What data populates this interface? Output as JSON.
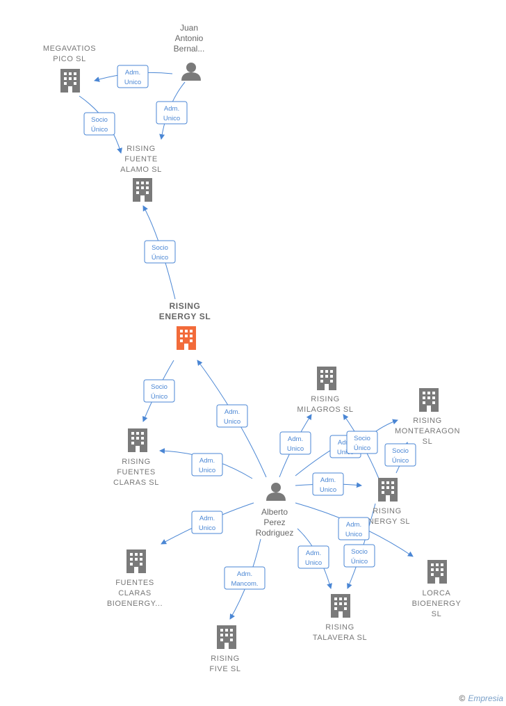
{
  "colors": {
    "edge": "#4a86d4",
    "company": "#7a7a7a",
    "main_company": "#f26b3a",
    "person": "#7a7a7a"
  },
  "footer": {
    "copyright_symbol": "©",
    "brand": "Empresia"
  },
  "nodes": [
    {
      "id": "megavatios",
      "type": "company",
      "label": [
        "MEGAVATIOS",
        "PICO  SL"
      ]
    },
    {
      "id": "juan",
      "type": "person",
      "label": [
        "Juan",
        "Antonio",
        "Bernal..."
      ]
    },
    {
      "id": "fuente_alamo",
      "type": "company",
      "label": [
        "RISING",
        "FUENTE",
        "ALAMO  SL"
      ]
    },
    {
      "id": "rising_energy",
      "type": "main",
      "label": [
        "RISING",
        "ENERGY  SL"
      ]
    },
    {
      "id": "fuentes_claras",
      "type": "company",
      "label": [
        "RISING",
        "FUENTES",
        "CLARAS  SL"
      ]
    },
    {
      "id": "milagros",
      "type": "company",
      "label": [
        "RISING",
        "MILAGROS  SL"
      ]
    },
    {
      "id": "montearagon",
      "type": "company",
      "label": [
        "RISING",
        "MONTEARAGON",
        "SL"
      ]
    },
    {
      "id": "nergy",
      "type": "company",
      "label": [
        "RISING",
        "NERGY  SL"
      ]
    },
    {
      "id": "alberto",
      "type": "person",
      "label": [
        "Alberto",
        "Perez",
        "Rodriguez"
      ]
    },
    {
      "id": "fc_bioenergy",
      "type": "company",
      "label": [
        "FUENTES",
        "CLARAS",
        "BIOENERGY..."
      ]
    },
    {
      "id": "lorca",
      "type": "company",
      "label": [
        "LORCA",
        "BIOENERGY",
        "SL"
      ]
    },
    {
      "id": "talavera",
      "type": "company",
      "label": [
        "RISING",
        "TALAVERA  SL"
      ]
    },
    {
      "id": "five",
      "type": "company",
      "label": [
        "RISING",
        "FIVE  SL"
      ]
    }
  ],
  "relations": [
    {
      "id": "r1",
      "lines": [
        "Adm.",
        "Unico"
      ]
    },
    {
      "id": "r2",
      "lines": [
        "Adm.",
        "Unico"
      ]
    },
    {
      "id": "r3",
      "lines": [
        "Socio",
        "Único"
      ]
    },
    {
      "id": "r4",
      "lines": [
        "Socio",
        "Único"
      ]
    },
    {
      "id": "r5",
      "lines": [
        "Socio",
        "Único"
      ]
    },
    {
      "id": "r6",
      "lines": [
        "Adm.",
        "Unico"
      ]
    },
    {
      "id": "r7",
      "lines": [
        "Adm.",
        "Unico"
      ]
    },
    {
      "id": "r8",
      "lines": [
        "Adm.",
        "Unico"
      ]
    },
    {
      "id": "r9",
      "lines": [
        "Adm.",
        "Unico"
      ]
    },
    {
      "id": "r10",
      "lines": [
        "Socio",
        "Único"
      ]
    },
    {
      "id": "r11",
      "lines": [
        "Socio",
        "Único"
      ]
    },
    {
      "id": "r12",
      "lines": [
        "Adm.",
        "Unico"
      ]
    },
    {
      "id": "r13",
      "lines": [
        "Adm.",
        "Unico"
      ]
    },
    {
      "id": "r14",
      "lines": [
        "Adm.",
        "Unico"
      ]
    },
    {
      "id": "r15",
      "lines": [
        "Adm.",
        "Unico"
      ]
    },
    {
      "id": "r16",
      "lines": [
        "Socio",
        "Único"
      ]
    },
    {
      "id": "r17",
      "lines": [
        "Adm.",
        "Mancom."
      ]
    }
  ]
}
